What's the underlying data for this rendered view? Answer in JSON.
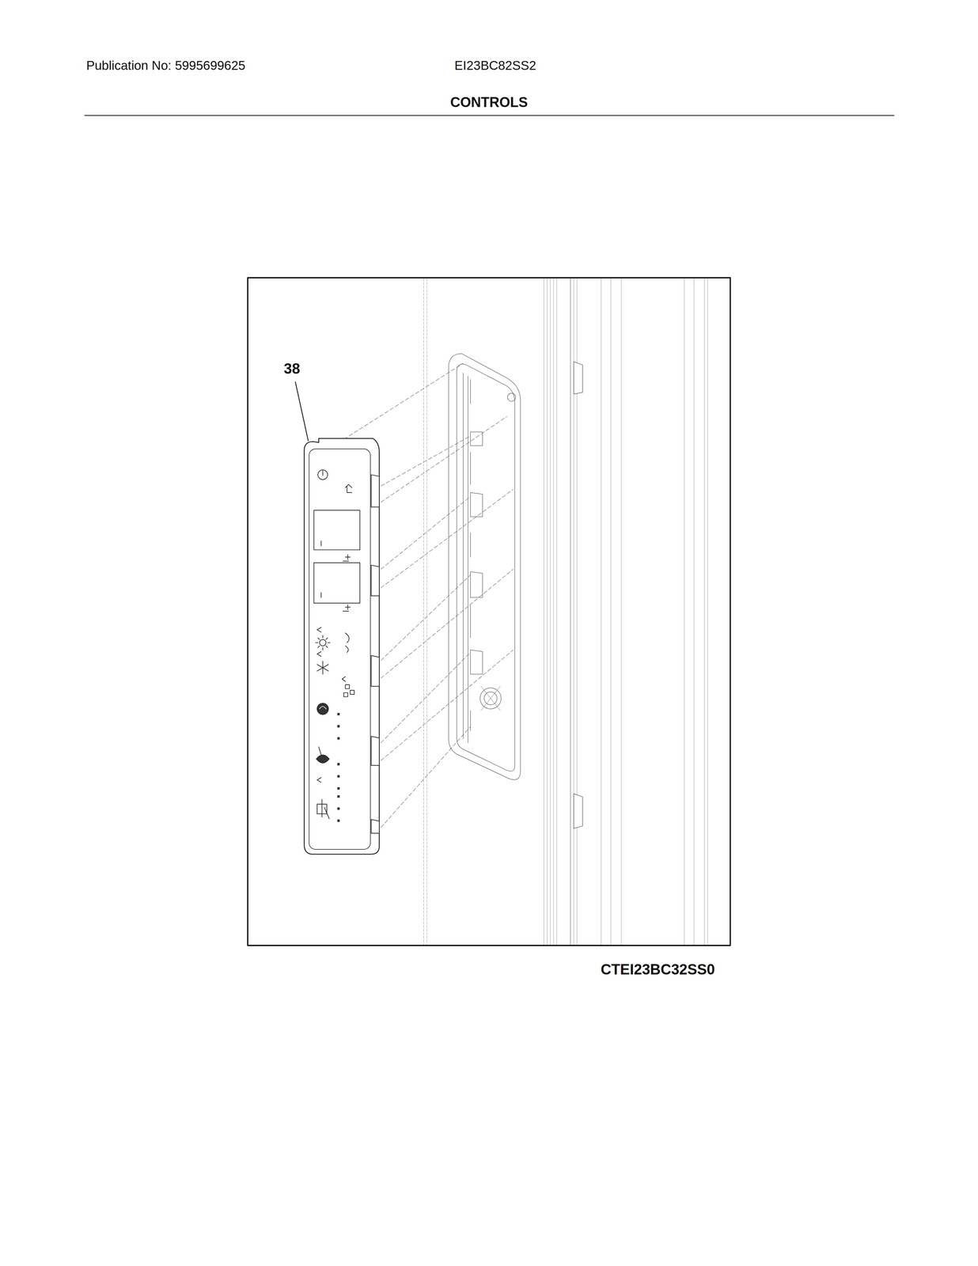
{
  "diagram": {
    "title": "CONTROLS",
    "caption": "CTEI23BC32SS0",
    "labels": [
      "Publication No: 5995699625",
      "EI23BC82SS2",
      "38"
    ]
  }
}
